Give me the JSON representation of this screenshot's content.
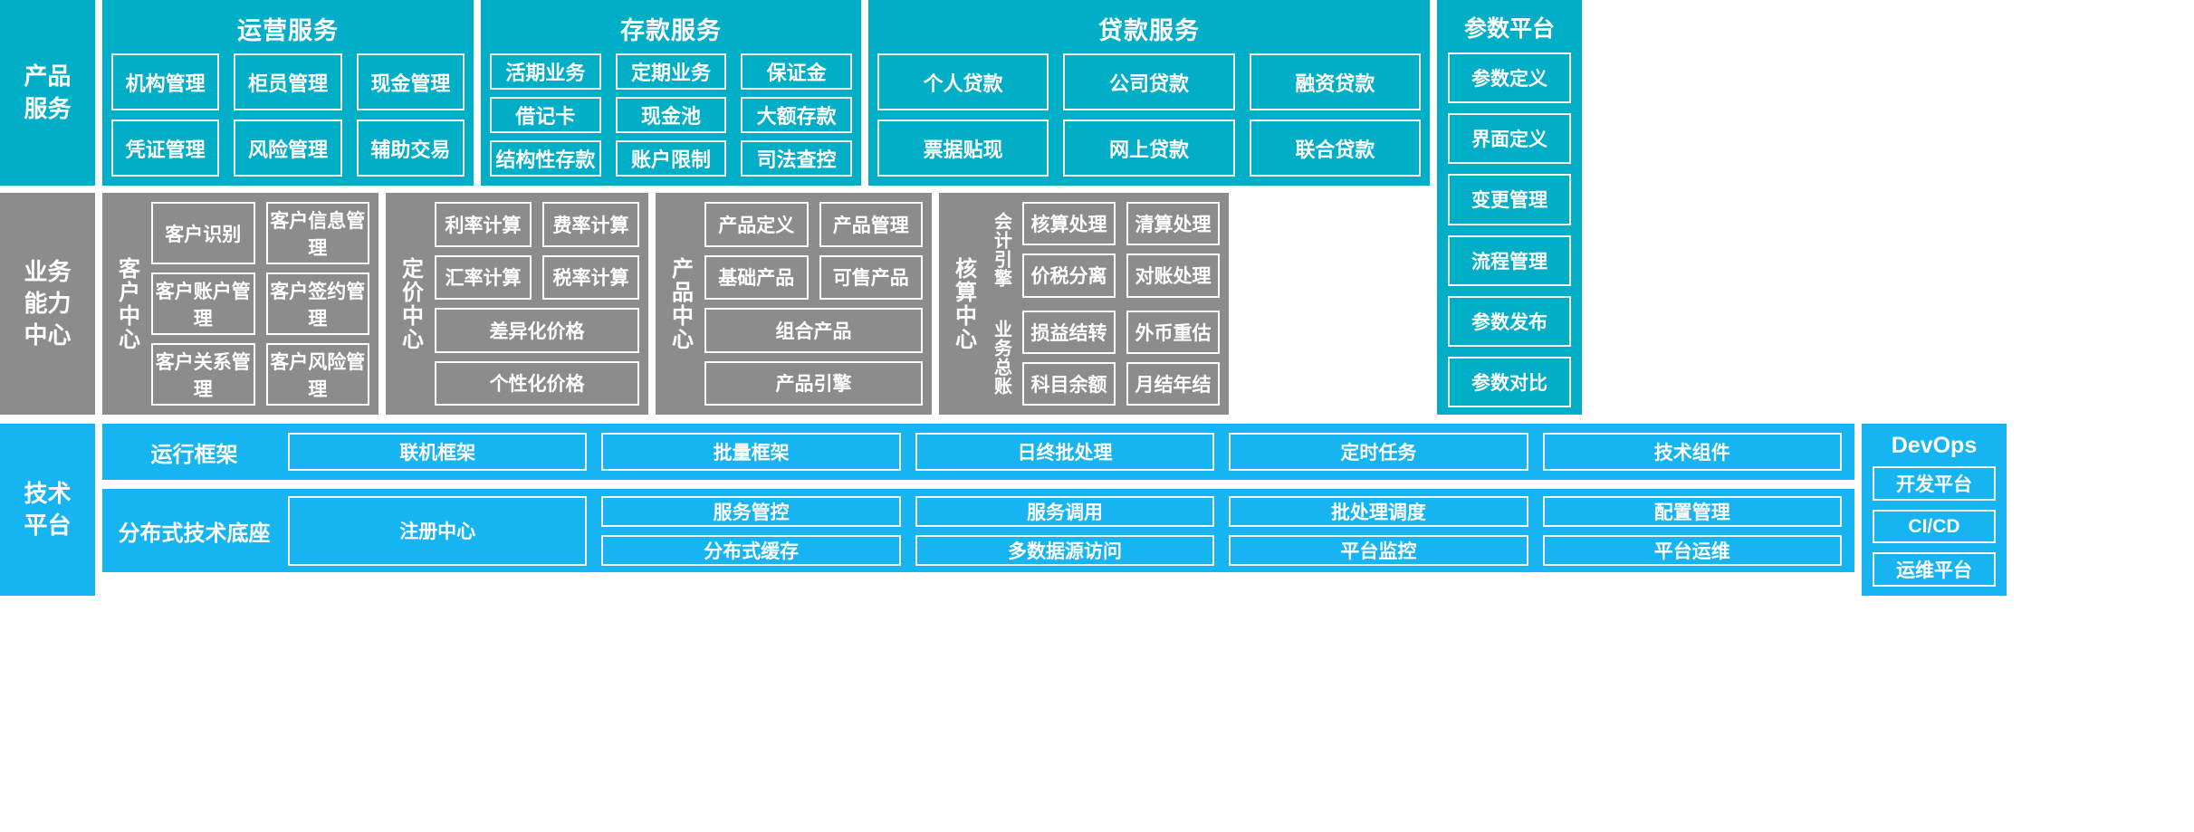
{
  "layers": {
    "product_service": {
      "label": "产品\n服务",
      "groups": [
        {
          "name": "operation",
          "title": "运营服务",
          "items": [
            "机构管理",
            "柜员管理",
            "现金管理",
            "凭证管理",
            "风险管理",
            "辅助交易"
          ]
        },
        {
          "name": "deposit",
          "title": "存款服务",
          "items": [
            "活期业务",
            "定期业务",
            "保证金",
            "借记卡",
            "现金池",
            "大额存款",
            "结构性存款",
            "账户限制",
            "司法查控"
          ]
        },
        {
          "name": "loan",
          "title": "贷款服务",
          "items": [
            "个人贷款",
            "公司贷款",
            "融资贷款",
            "票据贴现",
            "网上贷款",
            "联合贷款"
          ]
        }
      ]
    },
    "parameter_platform": {
      "title": "参数平台",
      "items": [
        "参数定义",
        "界面定义",
        "变更管理",
        "流程管理",
        "参数发布",
        "参数对比"
      ]
    },
    "business_capability": {
      "label": "业务\n能力\n中心",
      "centers": [
        {
          "name": "customer",
          "title": "客户中心",
          "items": [
            "客户识别",
            "客户信息管理",
            "客户账户管理",
            "客户签约管理",
            "客户关系管理",
            "客户风险管理"
          ]
        },
        {
          "name": "pricing",
          "title": "定价中心",
          "items": [
            "利率计算",
            "费率计算",
            "汇率计算",
            "税率计算"
          ],
          "wide_items": [
            "差异化价格",
            "个性化价格"
          ]
        },
        {
          "name": "product",
          "title": "产品中心",
          "items": [
            "产品定义",
            "产品管理",
            "基础产品",
            "可售产品"
          ],
          "wide_items": [
            "组合产品",
            "产品引擎"
          ]
        },
        {
          "name": "accounting",
          "title": "核算中心",
          "subgroups": [
            {
              "title": "会计引擎",
              "items": [
                "核算处理",
                "清算处理",
                "价税分离",
                "对账处理"
              ]
            },
            {
              "title": "业务总账",
              "items": [
                "损益结转",
                "外币重估",
                "科目余额",
                "月结年结"
              ]
            }
          ]
        }
      ]
    },
    "technology_platform": {
      "label": "技术\n平台",
      "rows": [
        {
          "name": "runtime-framework",
          "title": "运行框架",
          "items": [
            "联机框架",
            "批量框架",
            "日终批处理",
            "定时任务",
            "技术组件"
          ]
        },
        {
          "name": "distributed-base",
          "title": "分布式技术底座",
          "tall_item": "注册中心",
          "items": [
            "服务管控",
            "服务调用",
            "批处理调度",
            "配置管理",
            "分布式缓存",
            "多数据源访问",
            "平台监控",
            "平台运维"
          ]
        }
      ]
    },
    "devops": {
      "title": "DevOps",
      "items": [
        "开发平台",
        "CI/CD",
        "运维平台"
      ]
    }
  },
  "colors": {
    "cyan": "#00AEC7",
    "gray": "#8C8C8C",
    "blue": "#16B4F0",
    "card_border": "#FFFFFF",
    "text": "#FFFFFF"
  }
}
